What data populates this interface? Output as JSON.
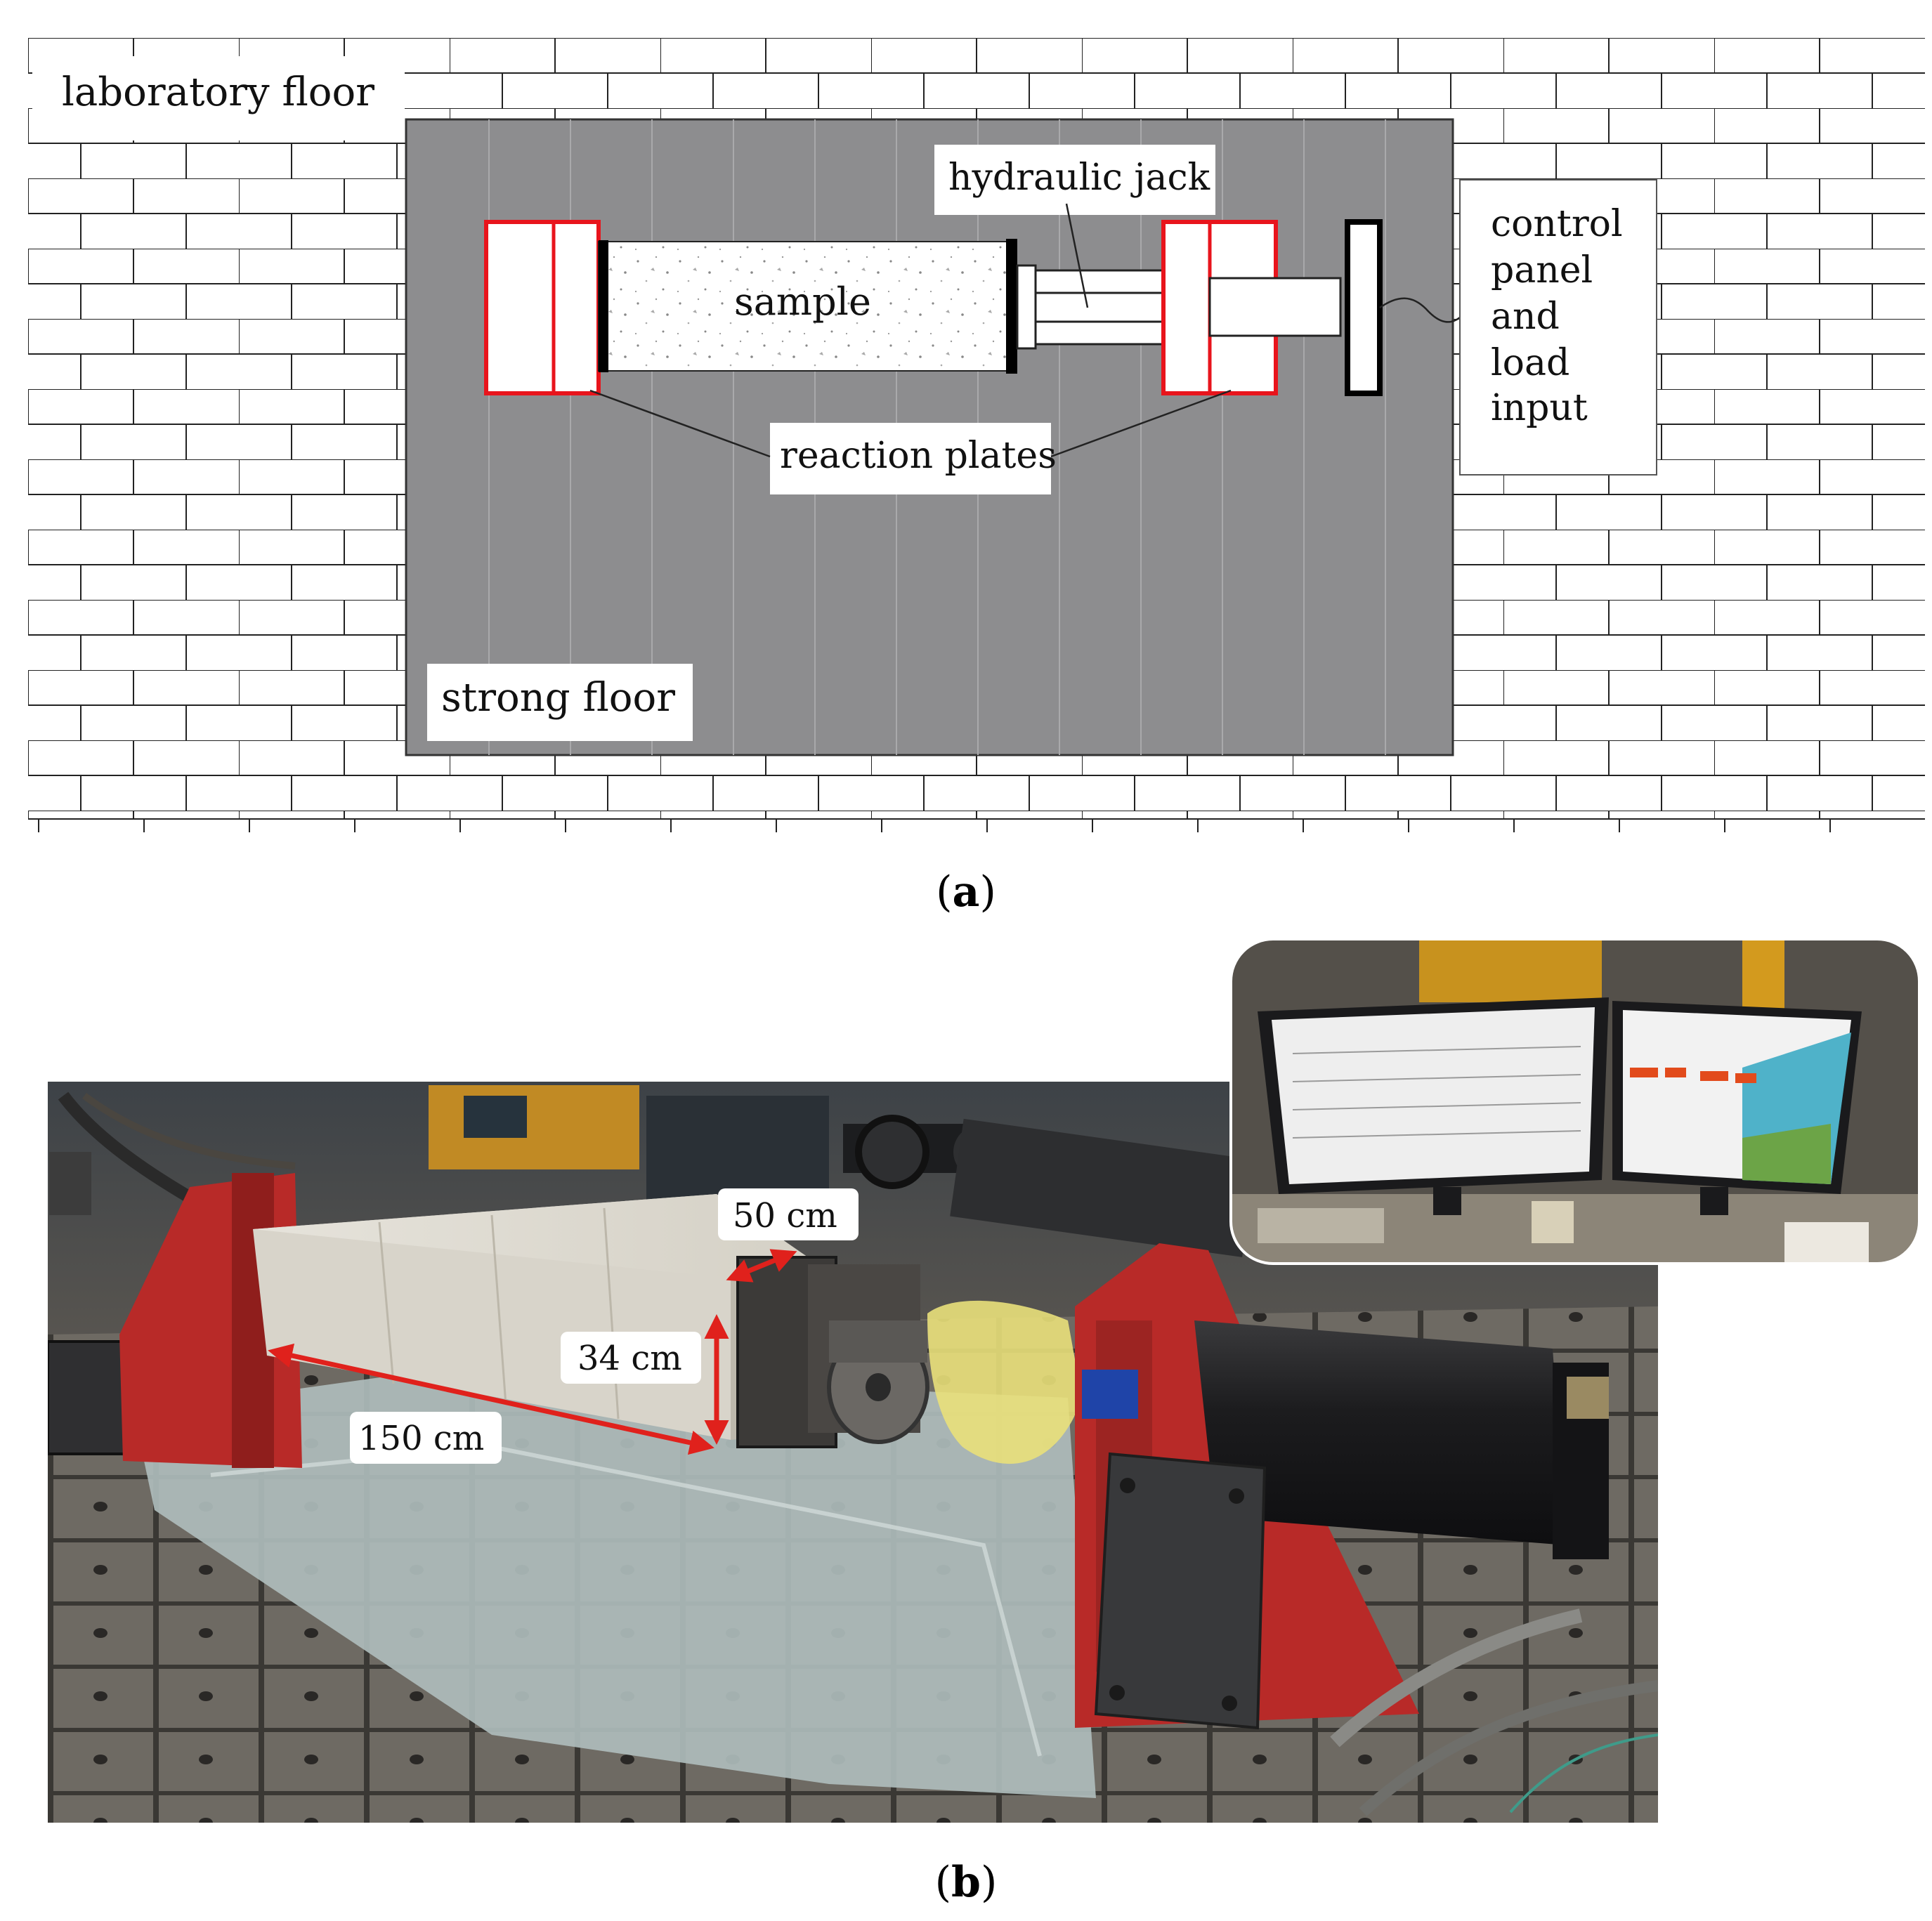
{
  "panel_a": {
    "caption_letter": "a",
    "labels": {
      "laboratory_floor": "laboratory floor",
      "strong_floor": "strong floor",
      "sample": "sample",
      "hydraulic_jack": "hydraulic jack",
      "reaction_plates": "reaction plates",
      "control_panel_lines": [
        "control",
        "panel",
        "and",
        "load",
        "input"
      ]
    }
  },
  "panel_b": {
    "caption_letter": "b",
    "dimensions": {
      "width": "50 cm",
      "height": "34 cm",
      "length": "150 cm"
    }
  },
  "colors": {
    "reaction_plate": "#e8141c",
    "strong_floor": "#8d8d8f",
    "frame_red": "#b82a28",
    "dimension_arrow": "#e0211c"
  }
}
